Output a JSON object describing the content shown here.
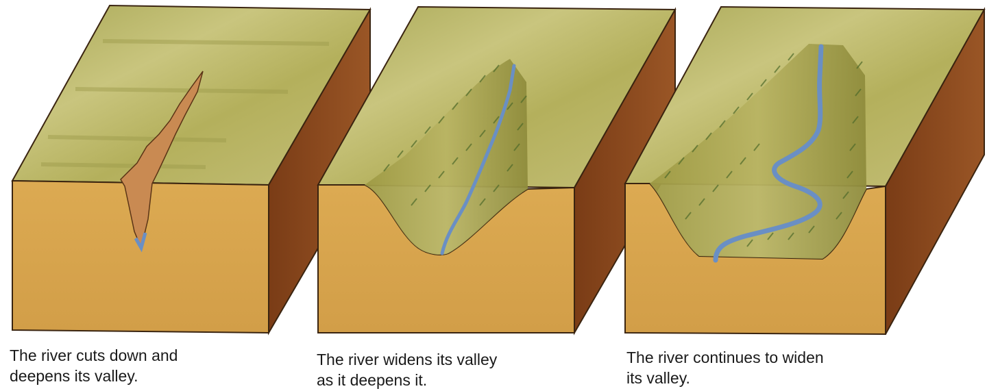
{
  "colors": {
    "top_surface": "#b8b35a",
    "top_surface_light": "#cfc888",
    "front_face": "#d9a84e",
    "side_face": "#8a4a1e",
    "outline": "#3a2410",
    "valley_slope": "#a7a24a",
    "vegetation": "#4e6a2a",
    "river": "#6a8fc4",
    "cut_fill": "#c98a52"
  },
  "stages": [
    {
      "caption_lines": [
        "The river cuts down and",
        "deepens its valley."
      ]
    },
    {
      "caption_lines": [
        "The river widens its valley",
        "as it deepens it."
      ]
    },
    {
      "caption_lines": [
        "The river continues to widen",
        "its valley."
      ]
    }
  ]
}
